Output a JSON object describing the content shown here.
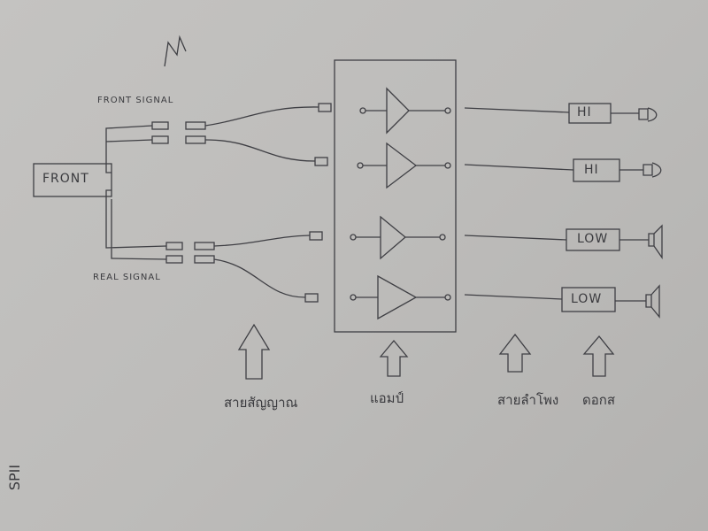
{
  "left": {
    "source_box": "FRONT",
    "front_signal_label": "FRONT SIGNAL",
    "rear_signal_label": "REAL SIGNAL"
  },
  "outputs": [
    "HI",
    "HI",
    "LOW",
    "LOW"
  ],
  "captions": [
    "สายสัญญาณ",
    "แอมป์",
    "สายลำโพง",
    "ดอกส"
  ],
  "margin_note": "SPII",
  "ink_color": "#3a3a3e"
}
